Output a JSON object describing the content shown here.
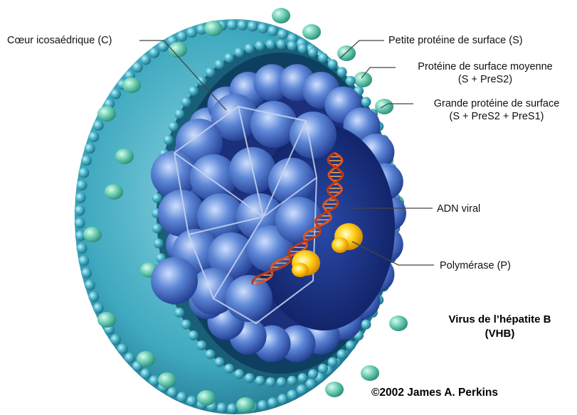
{
  "labels": {
    "core": "Cœur icosaédrique (C)",
    "small_protein": "Petite protéine de surface (S)",
    "medium_protein_line1": "Protéine de surface moyenne",
    "medium_protein_line2": "(S + PreS2)",
    "large_protein_line1": "Grande protéine de surface",
    "large_protein_line2": "(S + PreS2 + PreS1)",
    "dna": "ADN viral",
    "polymerase": "Polymérase (P)"
  },
  "title_line1": "Virus de l’hépatite B",
  "title_line2": "(VHB)",
  "credit": "©2002 James A. Perkins",
  "colors": {
    "envelope": "#3fa9bf",
    "envelope_dark": "#1f6f88",
    "surface_protein": "#5cc0a8",
    "core_capsomer": "#4a6fc4",
    "core_dark": "#1b2f7a",
    "dna": "#e0541c",
    "polymerase": "#ffd21a"
  }
}
